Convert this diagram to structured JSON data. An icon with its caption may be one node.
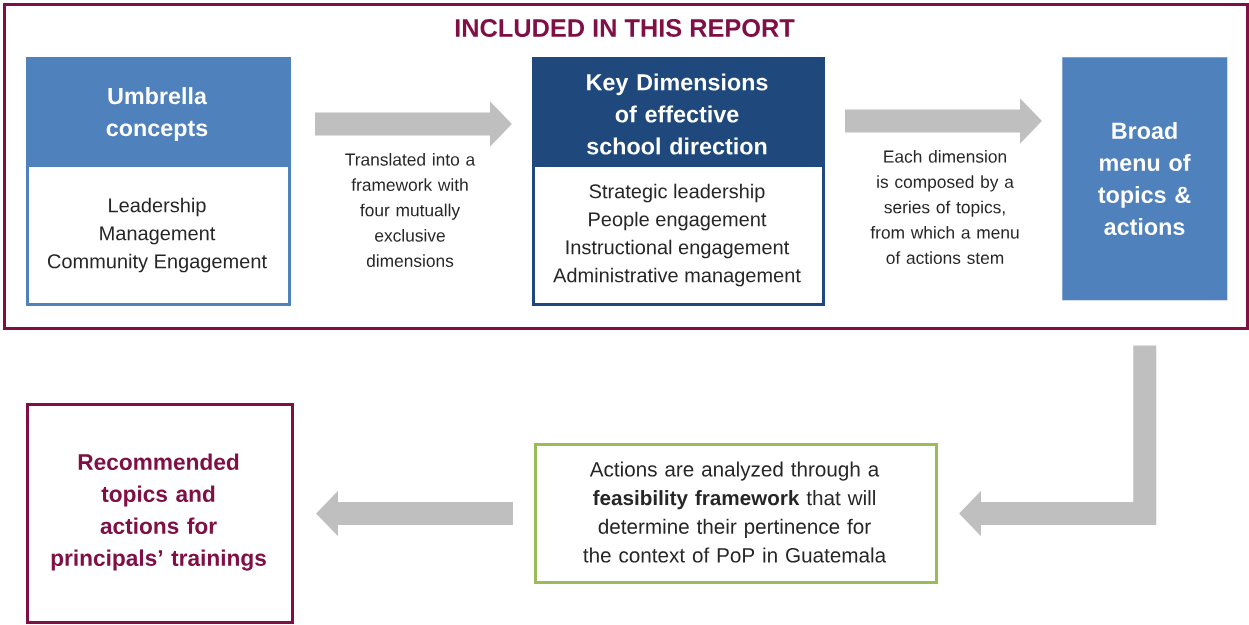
{
  "diagram": {
    "nodes": [
      {
        "text": [
          "INCLUDED IN THIS REPORT"
        ]
      },
      {
        "text": [
          "Umbrella concepts",
          "Leadership",
          "Management",
          "Community Engagement"
        ],
        "in": 0
      },
      {
        "text": [
          "Key Dimensions of effective school direction",
          "Strategic leadership",
          "People engagement",
          "Instructional engagement",
          "Administrative management"
        ],
        "in": 0
      },
      {
        "text": [
          "Broad menu of topics & actions"
        ],
        "in": 0
      },
      {
        "text": [
          "Actions are analyzed through a **feasibility framework** that will determine their pertinence for the context of PoP in Guatemala"
        ]
      },
      {
        "text": [
          "Recommended topics and actions for principals’ trainings"
        ]
      }
    ],
    "edges": [
      {
        "from": 1,
        "to": 2,
        "arrow": "to",
        "label": "Translated into a framework with four mutually exclusive dimensions"
      },
      {
        "from": 2,
        "to": 3,
        "arrow": "to",
        "label": "Each dimension is composed by a series of topics, from which a menu of actions stem"
      },
      {
        "from": 3,
        "to": 4,
        "arrow": "to"
      },
      {
        "from": 4,
        "to": 5,
        "arrow": "to"
      }
    ]
  }
}
